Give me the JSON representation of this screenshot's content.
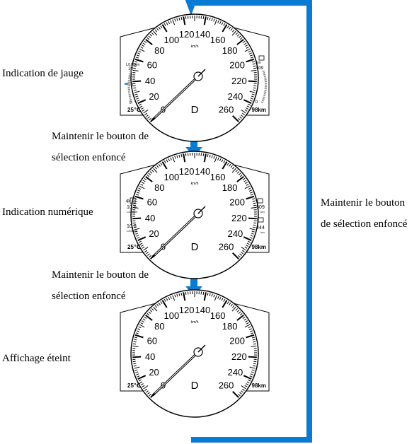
{
  "labels": {
    "gauge": "Indication de jauge",
    "numeric": "Indication numérique",
    "off": "Affichage éteint"
  },
  "instruction": {
    "line1": "Maintenir le bouton de",
    "line2": "sélection enfoncé"
  },
  "loop_instruction": {
    "line1": "Maintenir le bouton",
    "line2": "de sélection enfoncé"
  },
  "speedometer": {
    "ticks": [
      "0",
      "20",
      "40",
      "60",
      "80",
      "100",
      "120",
      "140",
      "160",
      "180",
      "200",
      "220",
      "240",
      "260"
    ],
    "unit": "km/h",
    "gear": "D",
    "temperature": "25℃",
    "odometer": "98km"
  },
  "gauge_panel": {
    "unit": "L/100km",
    "scale_top": "20",
    "scale_mid": "10",
    "scale_bottom": "0",
    "range_label": "km",
    "range_value": "509",
    "range_bottom": "0"
  },
  "numeric_panel": {
    "mode_label": "A",
    "value1": "10.0",
    "unit1": "L/100km",
    "value2": "10.0",
    "unit2": "L/100km",
    "range_value": "509",
    "range_unit": "km",
    "trip_value": "444",
    "trip_unit": "km"
  },
  "colors": {
    "flow_arrow": "#0a7bd3",
    "indicator": "#4a90d9"
  }
}
